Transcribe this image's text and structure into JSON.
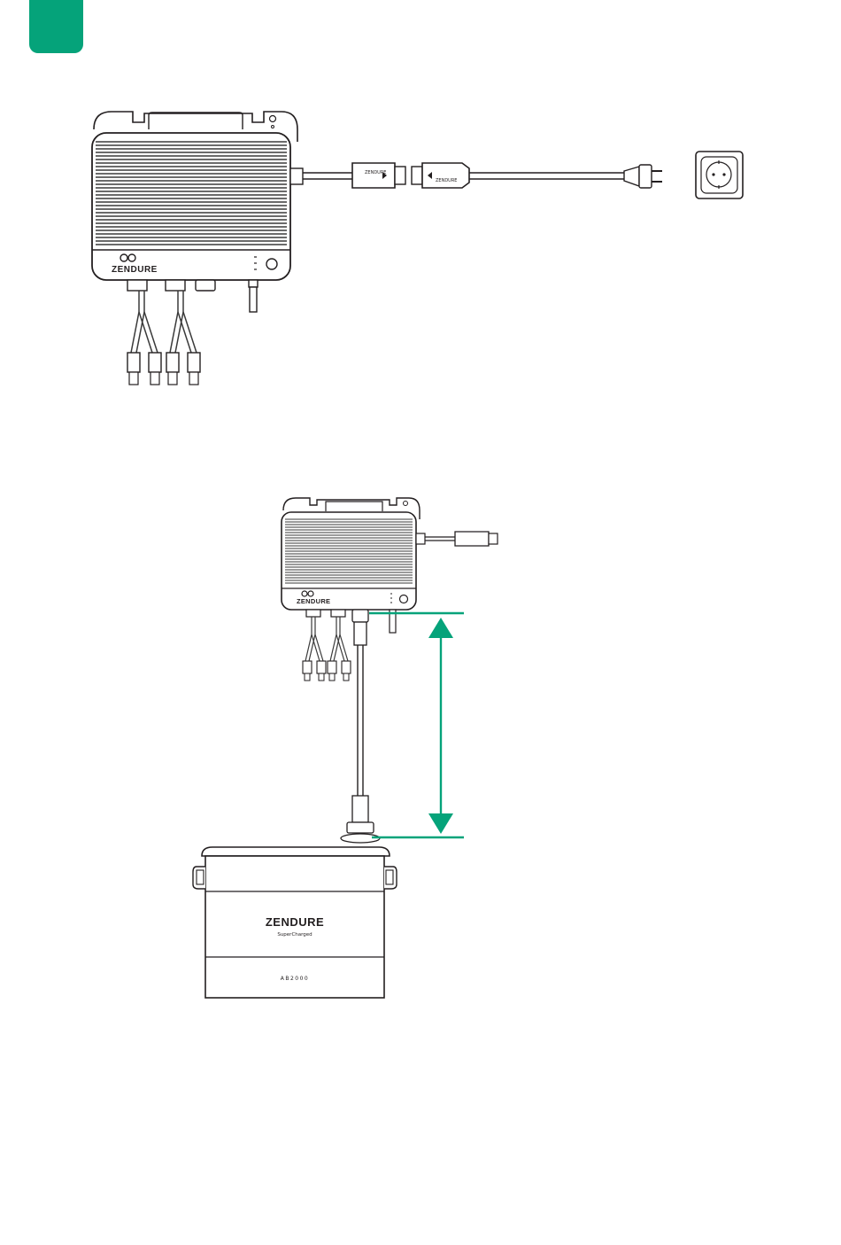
{
  "colors": {
    "accent": "#05a37a",
    "line": "#231f20",
    "fin": "#3a3a3a"
  },
  "icons": {
    "corner_tab": "green-rounded-tab",
    "outlet": "schuko-socket-icon",
    "plug": "power-plug-icon",
    "arrow": "double-headed-arrow-icon"
  },
  "inverter_top": {
    "brand": "ZENDURE",
    "connector_left_brand": "ZENDURE",
    "connector_right_brand": "ZENDURE"
  },
  "inverter_bottom": {
    "brand": "ZENDURE"
  },
  "battery": {
    "brand": "ZENDURE",
    "tagline": "SuperCharged",
    "model": "AB2000"
  }
}
